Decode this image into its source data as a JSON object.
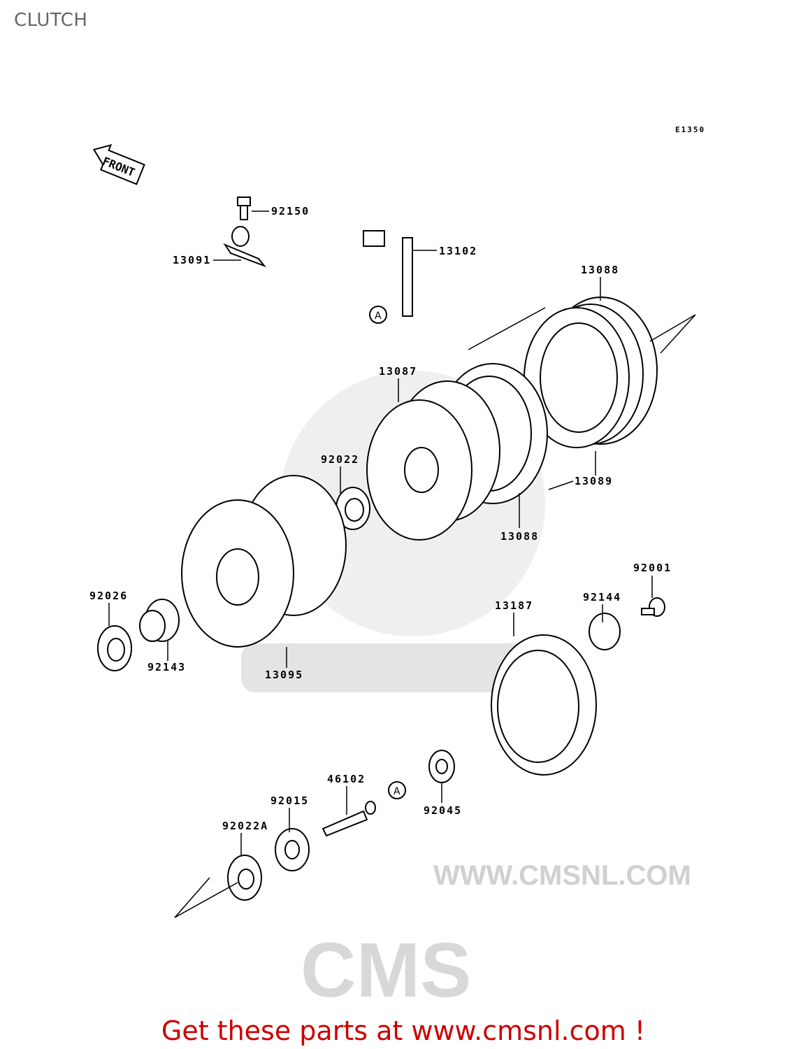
{
  "page": {
    "title": "CLUTCH",
    "footer": "Get these parts at www.cmsnl.com !"
  },
  "diagram": {
    "code": "E1350",
    "front_marker": "FRONT",
    "watermark": {
      "logo": "CMS",
      "url": "WWW.CMSNL.COM"
    },
    "reference_marker": "A",
    "part_labels": [
      "92150",
      "13091",
      "13102",
      "13088",
      "13087",
      "92022",
      "13089",
      "13088",
      "92001",
      "92144",
      "13187",
      "92026",
      "92143",
      "13095",
      "46102",
      "92015",
      "92045",
      "92022A"
    ]
  },
  "colors": {
    "title": "#666666",
    "footer": "#cc0000",
    "watermark": "#e4e4e4"
  }
}
